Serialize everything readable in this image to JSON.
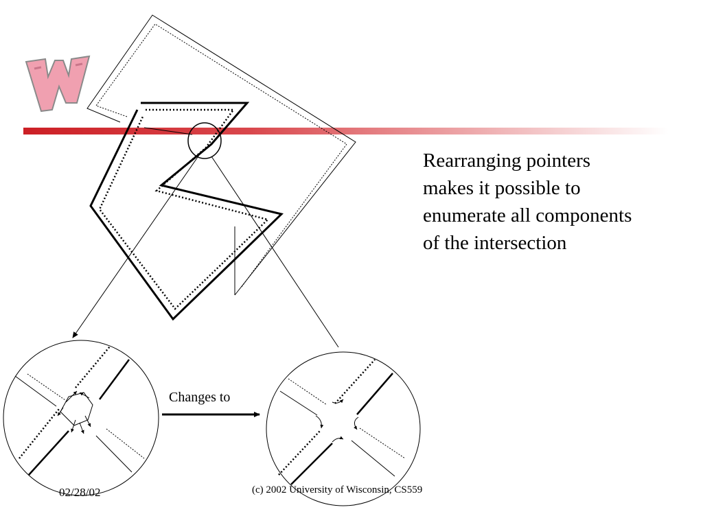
{
  "slide": {
    "body_lines": [
      "Rearranging pointers",
      "makes it possible to",
      "enumerate all components",
      "of the intersection"
    ],
    "arrow_label": "Changes to",
    "footer": {
      "date": "02/28/02",
      "copyright": "(c) 2002 University of Wisconsin, CS559"
    }
  },
  "colors": {
    "accent_bar": "#cc1f25",
    "logo_fill": "#f0a0b0",
    "logo_stroke": "#8a8a8a",
    "ink": "#000000"
  },
  "icons": {
    "logo": "wisconsin-w-logo"
  }
}
